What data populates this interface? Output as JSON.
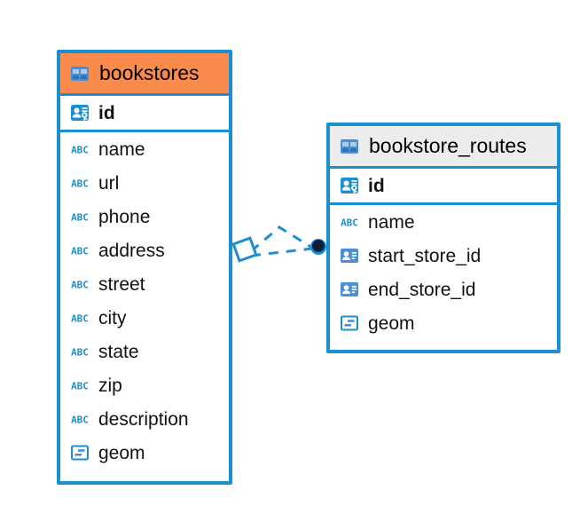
{
  "diagram": {
    "type": "entity-relationship-diagram",
    "background": "#ffffff",
    "accent_color": "#1A8FD1",
    "selected_header_color": "#FB8B4C",
    "normal_header_color": "#ECECEC",
    "relationship": {
      "name": "bookstores-to-bookstore-routes",
      "from_table": "bookstores",
      "to_table": "bookstore_routes",
      "line_style": "dashed",
      "line_color": "#1A8FD1",
      "source_marker": "diamond",
      "target_marker": "filled-circle",
      "target_marker_color": "#0B1E3C",
      "edge_count": 2
    }
  },
  "tables": [
    {
      "name": "bookstores",
      "selected": true,
      "header_icon": "table-icon",
      "fields": [
        {
          "name": "id",
          "type": "primary-key",
          "icon": "primary-key-icon"
        },
        {
          "name": "name",
          "type": "text",
          "icon": "abc-text-icon"
        },
        {
          "name": "url",
          "type": "text",
          "icon": "abc-text-icon"
        },
        {
          "name": "phone",
          "type": "text",
          "icon": "abc-text-icon"
        },
        {
          "name": "address",
          "type": "text",
          "icon": "abc-text-icon"
        },
        {
          "name": "street",
          "type": "text",
          "icon": "abc-text-icon"
        },
        {
          "name": "city",
          "type": "text",
          "icon": "abc-text-icon"
        },
        {
          "name": "state",
          "type": "text",
          "icon": "abc-text-icon"
        },
        {
          "name": "zip",
          "type": "text",
          "icon": "abc-text-icon"
        },
        {
          "name": "description",
          "type": "text",
          "icon": "abc-text-icon"
        },
        {
          "name": "geom",
          "type": "geometry",
          "icon": "geometry-icon"
        }
      ]
    },
    {
      "name": "bookstore_routes",
      "selected": false,
      "header_icon": "table-icon",
      "fields": [
        {
          "name": "id",
          "type": "primary-key",
          "icon": "primary-key-icon"
        },
        {
          "name": "name",
          "type": "text",
          "icon": "abc-text-icon"
        },
        {
          "name": "start_store_id",
          "type": "foreign-key",
          "icon": "foreign-key-icon"
        },
        {
          "name": "end_store_id",
          "type": "foreign-key",
          "icon": "foreign-key-icon"
        },
        {
          "name": "geom",
          "type": "geometry",
          "icon": "geometry-icon"
        }
      ]
    }
  ]
}
